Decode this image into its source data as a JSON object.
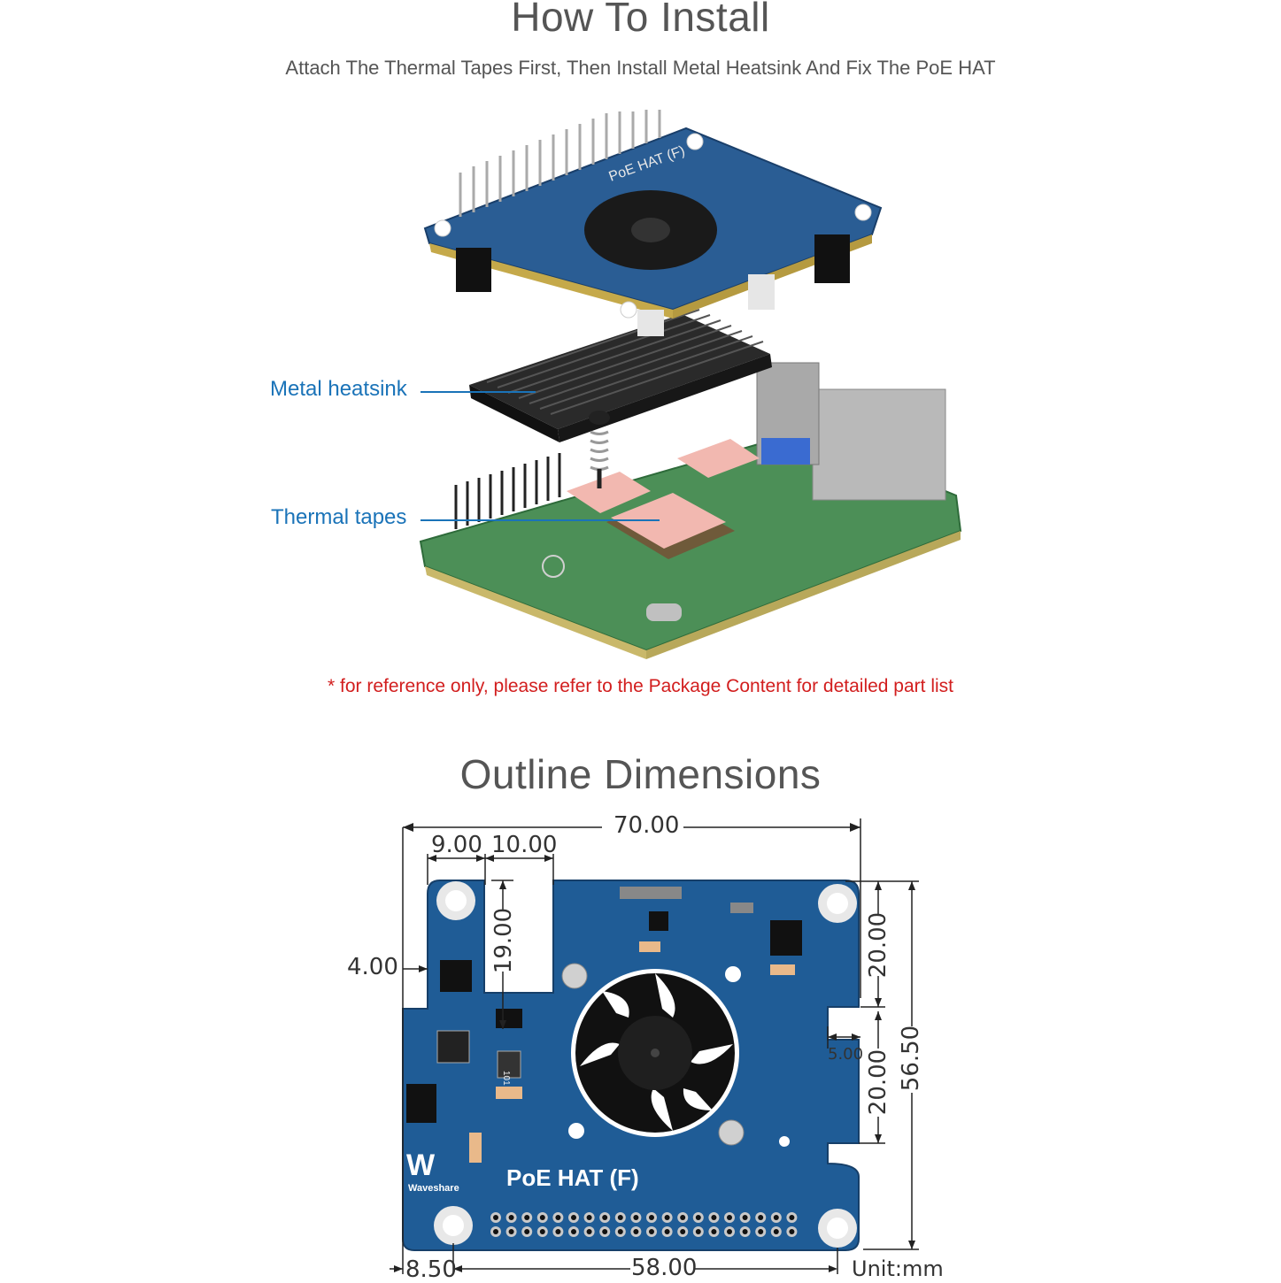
{
  "install": {
    "title": "How To Install",
    "subtitle": "Attach The Thermal Tapes First, Then Install Metal Heatsink And Fix The PoE HAT",
    "callouts": {
      "heatsink": "Metal heatsink",
      "tapes": "Thermal tapes"
    },
    "hat_silk": "PoE HAT (F)",
    "note": "* for reference only, please refer to the Package Content for detailed part list"
  },
  "dimensions": {
    "title": "Outline Dimensions",
    "board_label": "PoE HAT (F)",
    "brand": "Waveshare",
    "logo_mark": "W",
    "chip_label": "101",
    "values": {
      "width_total": "70.00",
      "tab_width": "9.00",
      "slot_width": "10.00",
      "slot_depth": "19.00",
      "tab_offset": "4.00",
      "hole_offset_left": "8.50",
      "hole_spacing": "58.00",
      "notch_top": "20.00",
      "notch_depth": "5.00",
      "notch_bottom": "20.00",
      "height_total": "56.50"
    },
    "unit": "Unit:mm"
  },
  "colors": {
    "pcb_blue": "#1f5c96",
    "pcb_green": "#3f8a4a",
    "callout_blue": "#1a73b8",
    "note_red": "#d21e1e",
    "thermal_pink": "#f2b8b0",
    "heatsink_black": "#1e1e1e"
  }
}
